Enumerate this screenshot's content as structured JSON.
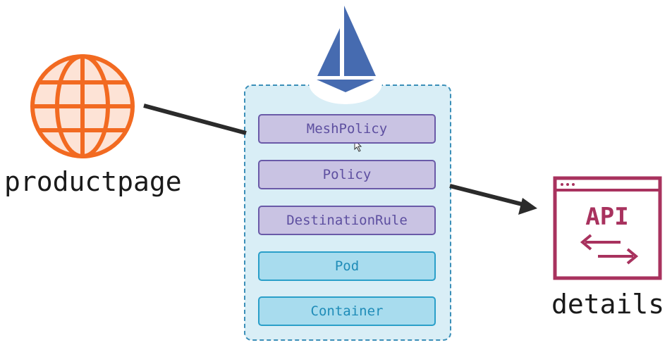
{
  "productpage": {
    "label": "productpage"
  },
  "details": {
    "label": "details",
    "api_text": "API"
  },
  "layers": [
    {
      "label": "MeshPolicy",
      "kind": "istio"
    },
    {
      "label": "Policy",
      "kind": "istio"
    },
    {
      "label": "DestinationRule",
      "kind": "istio"
    },
    {
      "label": "Pod",
      "kind": "k8s"
    },
    {
      "label": "Container",
      "kind": "k8s"
    }
  ],
  "colors": {
    "globe": "#f26a21",
    "globe_fill": "#fde3d6",
    "api": "#a8325e",
    "istio_sail": "#466bb0",
    "mesh_bg": "#d9eef6",
    "mesh_border": "#3b8fb8",
    "arrow": "#2b2b2b"
  },
  "icons": {
    "source": "globe-icon",
    "destination": "api-window-icon",
    "mesh": "istio-sail-icon"
  }
}
